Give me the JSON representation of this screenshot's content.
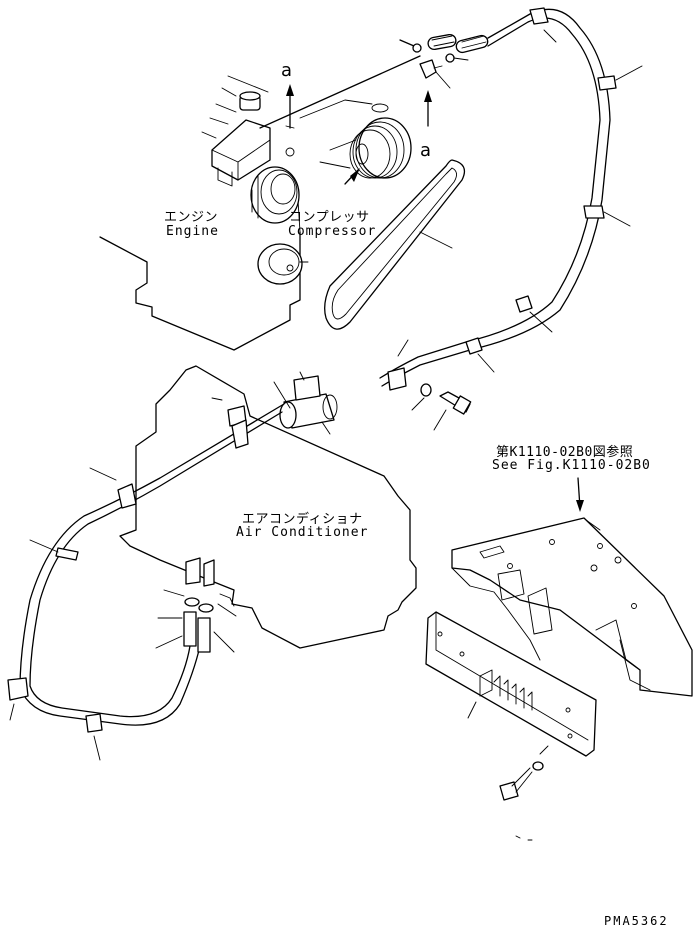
{
  "labels": {
    "engine_ja": "エンジン",
    "engine_en": "Engine",
    "compressor_ja": "コンプレッサ",
    "compressor_en": "Compressor",
    "air_conditioner_ja": "エアコンディショナ",
    "air_conditioner_en": "Air Conditioner",
    "ref_ja": "第K1110-02B0図参照",
    "ref_en": "See Fig.K1110-02B0",
    "marker_a": "a",
    "drawing_id": "PMA5362"
  }
}
